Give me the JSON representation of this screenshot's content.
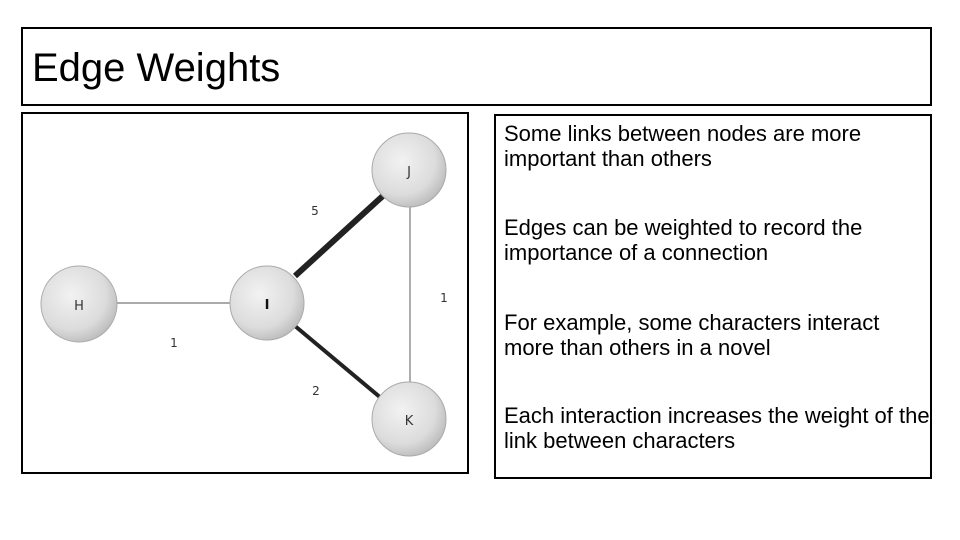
{
  "slide": {
    "title": "Edge Weights"
  },
  "diagram": {
    "nodes": [
      {
        "id": "H",
        "label": "H"
      },
      {
        "id": "I",
        "label": "I"
      },
      {
        "id": "J",
        "label": "J"
      },
      {
        "id": "K",
        "label": "K"
      }
    ],
    "edges": [
      {
        "from": "H",
        "to": "I",
        "weight": "1"
      },
      {
        "from": "I",
        "to": "J",
        "weight": "5"
      },
      {
        "from": "I",
        "to": "K",
        "weight": "2"
      },
      {
        "from": "J",
        "to": "K",
        "weight": "1"
      }
    ]
  },
  "bullets": [
    "Some links between nodes are more important than others",
    "Edges can be weighted to record the importance of a connection",
    "For example, some characters interact more than others in a novel",
    "Each interaction increases the weight of the link between characters"
  ]
}
